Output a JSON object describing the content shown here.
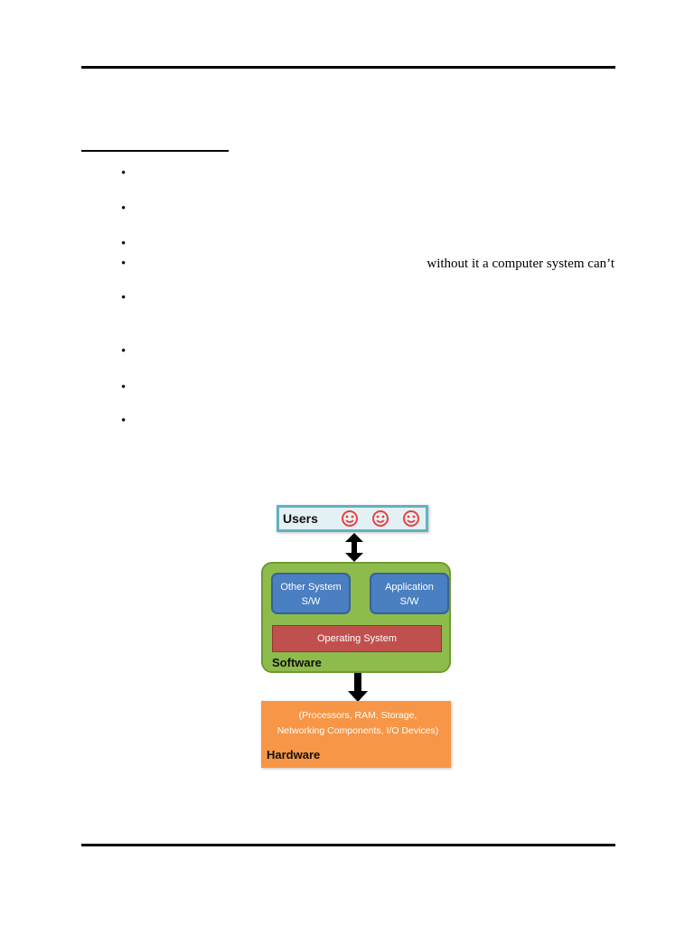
{
  "document": {
    "bullet_symbol": "•",
    "visible_fragment": "without it a computer system can’t"
  },
  "diagram": {
    "users_label": "Users",
    "smiley_count": 3,
    "other_system_line1": "Other System",
    "other_system_line2": "S/W",
    "application_line1": "Application",
    "application_line2": "S/W",
    "operating_system": "Operating System",
    "software_label": "Software",
    "hardware_desc": "(Processors, RAM, Storage, Networking Components, I/O Devices)",
    "hardware_label": "Hardware",
    "colors": {
      "users_fill": "#e4f1f4",
      "users_border": "#5fb3c3",
      "smiley": "#e8403f",
      "software_fill": "#8dbb4c",
      "blue_box": "#4a7fc1",
      "os_bar": "#c0504d",
      "hardware_fill": "#f79646"
    }
  }
}
